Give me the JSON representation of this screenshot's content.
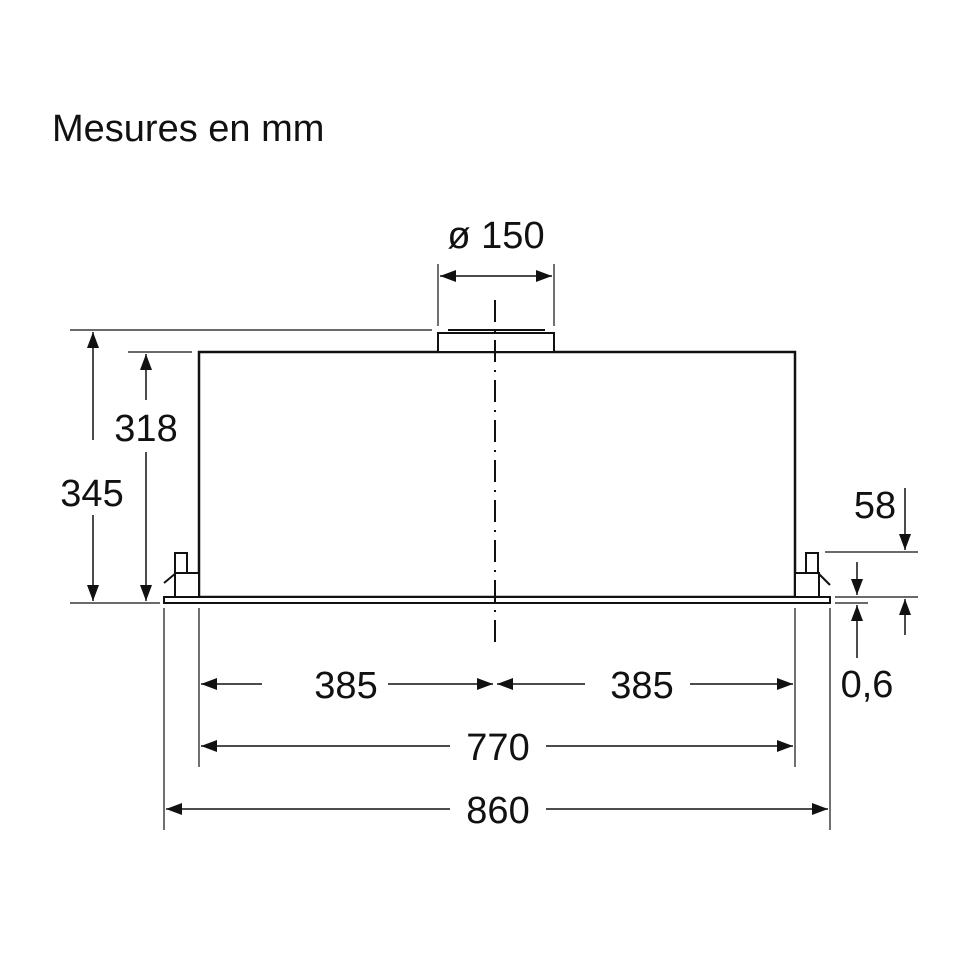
{
  "title": "Mesures en mm",
  "colors": {
    "line": "#111111",
    "background": "#ffffff"
  },
  "dimensions": {
    "duct_diameter": "ø 150",
    "total_height": "345",
    "body_height": "318",
    "clip_height": "58",
    "plate_thickness": "0,6",
    "half_width_left": "385",
    "half_width_right": "385",
    "body_width": "770",
    "total_width": "860"
  },
  "diagram": {
    "subject": "built-in cooker hood front view",
    "parts": [
      "housing",
      "duct-collar",
      "bottom-plate",
      "left-clip",
      "right-clip",
      "centerline"
    ]
  }
}
